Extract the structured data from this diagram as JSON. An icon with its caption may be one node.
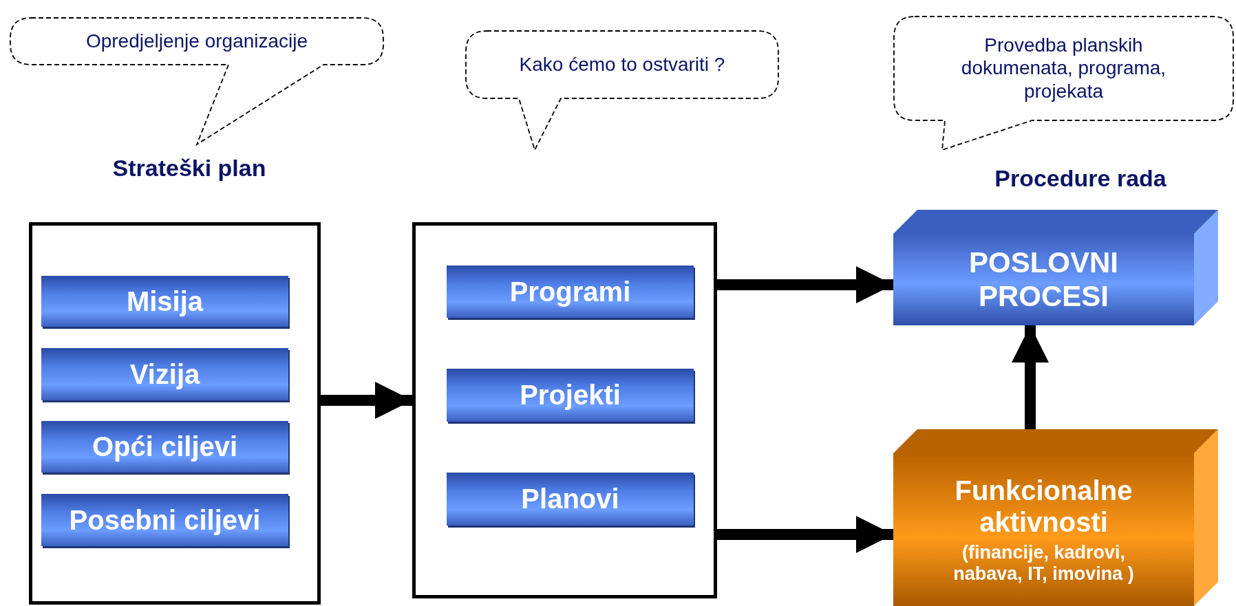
{
  "diagram": {
    "nodes": [
      {
        "text": [
          "Opredjeljenje organizacije"
        ]
      },
      {
        "text": [
          "Kako ćemo to ostvariti ?"
        ]
      },
      {
        "text": [
          "Provedba planskih dokumenata, programa, projekata"
        ]
      },
      {
        "text": [
          "Strateški plan"
        ]
      },
      {
        "text": [
          "Misija"
        ],
        "in": 3
      },
      {
        "text": [
          "Vizija"
        ],
        "in": 3
      },
      {
        "text": [
          "Opći ciljevi"
        ],
        "in": 3
      },
      {
        "text": [
          "Posebni ciljevi"
        ],
        "in": 3
      },
      {
        "text": [],
        "shape": "box"
      },
      {
        "text": [
          "Programi"
        ],
        "in": 8
      },
      {
        "text": [
          "Projekti"
        ],
        "in": 8
      },
      {
        "text": [
          "Planovi"
        ],
        "in": 8
      },
      {
        "text": [
          "Procedure rada",
          "POSLOVNI PROCESI"
        ]
      },
      {
        "text": [
          "Funkcionalne aktivnosti",
          "(financije, kadrovi, nabava, IT, imovina )"
        ]
      }
    ],
    "edges": [
      {
        "from": 3,
        "to": 8,
        "arrow": "to"
      },
      {
        "from": 8,
        "to": 12,
        "arrow": "to"
      },
      {
        "from": 8,
        "to": 13,
        "arrow": "to"
      },
      {
        "from": 13,
        "to": 12,
        "arrow": "to"
      }
    ]
  }
}
